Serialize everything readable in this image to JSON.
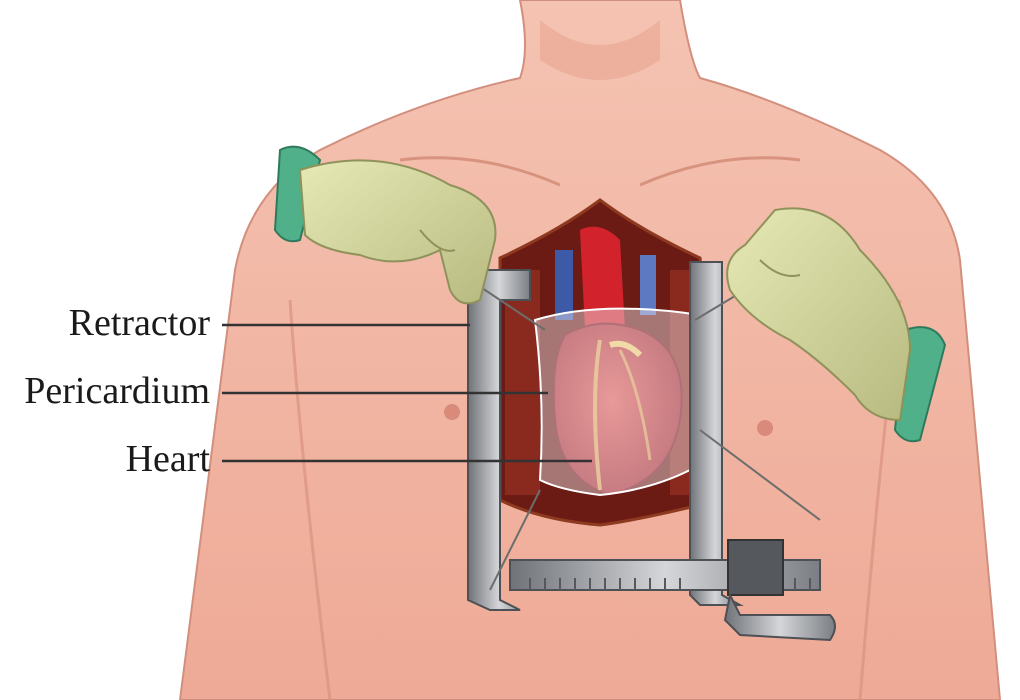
{
  "labels": {
    "retractor": "Retractor",
    "pericardium": "Pericardium",
    "heart": "Heart"
  },
  "colors": {
    "skin": "#f2b6a4",
    "skin_shadow": "#d98a7a",
    "glove": "#d9dca0",
    "sleeve": "#4fb089",
    "retractor_metal": "#9ea0a4",
    "heart": "#c6333a",
    "pericardium": "#e9dfe4",
    "leader_line": "#333333"
  },
  "icons": [
    "chest-illustration",
    "retractor-illustration",
    "heart-illustration",
    "glove-hand-illustration"
  ]
}
